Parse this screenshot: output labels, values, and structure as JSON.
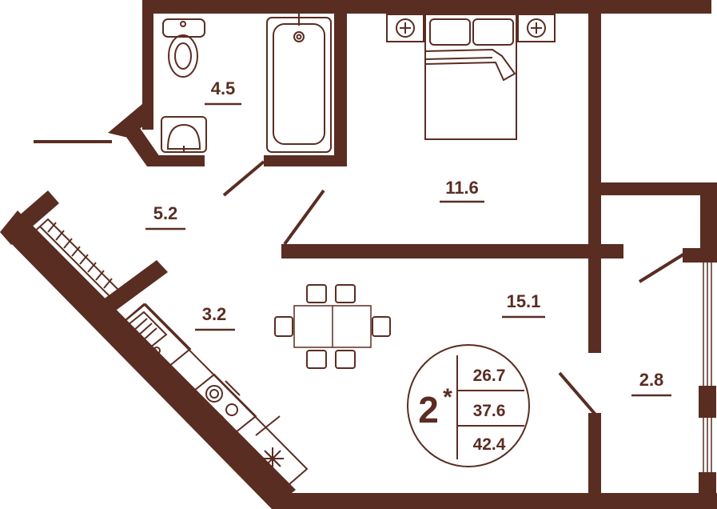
{
  "plan": {
    "rooms": [
      {
        "id": "bathroom",
        "area": "4.5"
      },
      {
        "id": "bedroom",
        "area": "11.6"
      },
      {
        "id": "hallway",
        "area": "5.2"
      },
      {
        "id": "kitchen",
        "area": "3.2"
      },
      {
        "id": "living-room",
        "area": "15.1"
      },
      {
        "id": "balcony",
        "area": "2.8"
      }
    ],
    "summary": {
      "rooms_count": "2",
      "marker": "*",
      "living_area": "26.7",
      "total_area": "37.6",
      "total_area_with_balcony": "42.4"
    }
  },
  "colors": {
    "wall": "#5a2d22",
    "line": "#8a6a62",
    "background": "#ffffff"
  },
  "icons": [
    "toilet-icon",
    "sink-icon",
    "bathtub-icon",
    "double-bed-icon",
    "nightstand-lamp-icon",
    "radiator-icon",
    "kitchen-sink-icon",
    "stove-icon",
    "fridge-icon",
    "dining-table-icon",
    "dining-chair-icon"
  ]
}
